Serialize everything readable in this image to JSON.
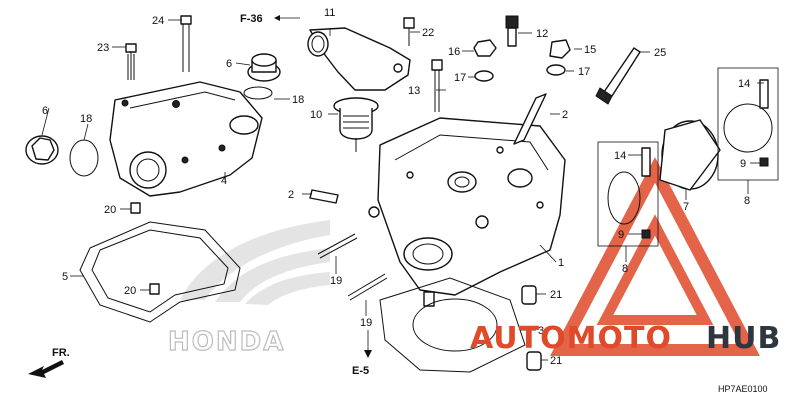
{
  "diagram": {
    "code": "HP7AE0100",
    "ref_f36": "F-36",
    "ref_e5": "E-5",
    "direction": "FR.",
    "watermark": {
      "part1": "AUTOMOTO",
      "part2": "HUB"
    },
    "logo_text": "HONDA",
    "colors": {
      "watermark_red": "#e04a2a",
      "watermark_dark": "#2e3640",
      "line": "#111111"
    },
    "callouts": {
      "c1": "1",
      "c2a": "2",
      "c2b": "2",
      "c3": "3",
      "c4": "4",
      "c5": "5",
      "c6a": "6",
      "c6b": "6",
      "c7": "7",
      "c8a": "8",
      "c8b": "8",
      "c9a": "9",
      "c9b": "9",
      "c10": "10",
      "c11": "11",
      "c12": "12",
      "c13": "13",
      "c14a": "14",
      "c14b": "14",
      "c15": "15",
      "c16": "16",
      "c17a": "17",
      "c17b": "17",
      "c18a": "18",
      "c18b": "18",
      "c19a": "19",
      "c19b": "19",
      "c20a": "20",
      "c20b": "20",
      "c21a": "21",
      "c21b": "21",
      "c22": "22",
      "c23": "23",
      "c24": "24",
      "c25": "25"
    }
  }
}
